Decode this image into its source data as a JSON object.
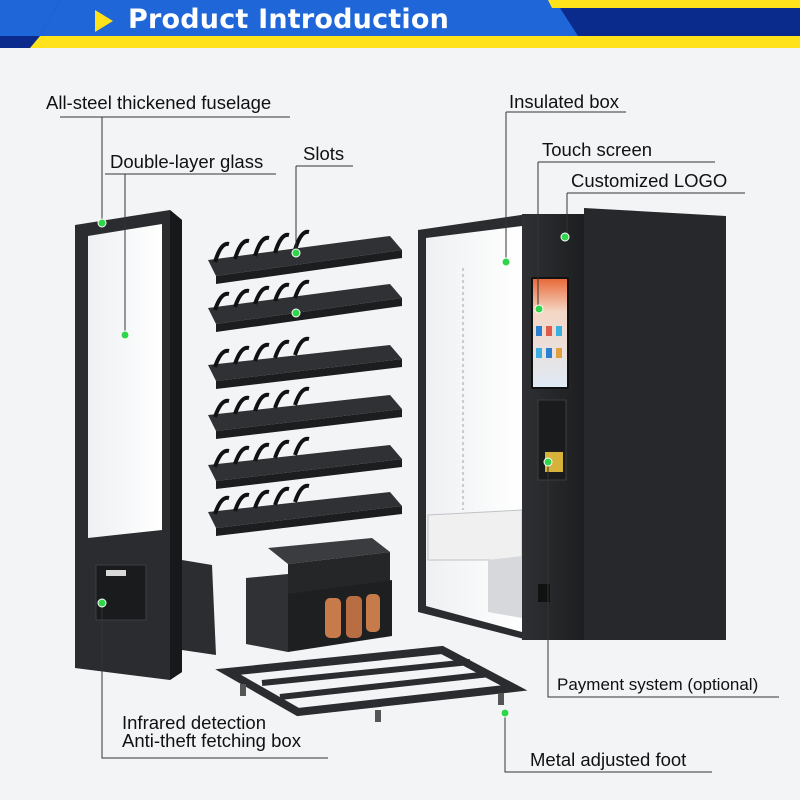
{
  "header": {
    "title": "Product Introduction"
  },
  "labels": {
    "fuselage": "All-steel thickened fuselage",
    "glass": "Double-layer glass",
    "slots": "Slots",
    "insulated": "Insulated box",
    "touch": "Touch screen",
    "logo": "Customized LOGO",
    "payment": "Payment system (optional)",
    "infrared": "Infrared detection",
    "antitheft": "Anti-theft fetching box",
    "foot": "Metal adjusted foot"
  },
  "colors": {
    "banner_navy": "#0a2a8c",
    "banner_blue": "#1f66d9",
    "banner_yellow": "#ffe21a",
    "marker_green": "#2fd64a",
    "machine_dark": "#2b2d30"
  }
}
